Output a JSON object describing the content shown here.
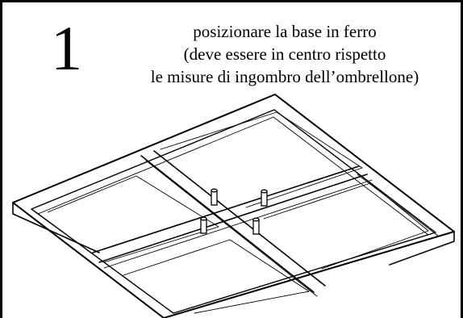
{
  "step": {
    "number": "1",
    "lines": [
      "posizionare la base in ferro",
      "(deve essere in centro rispetto",
      "le misure di ingombro dell’ombrellone)"
    ]
  }
}
